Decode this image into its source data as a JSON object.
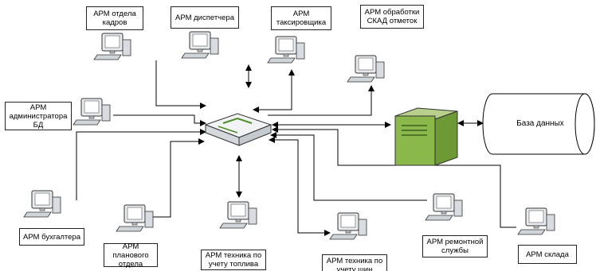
{
  "labels": {
    "hr": "АРМ отдела\nкадров",
    "dispatcher": "АРМ диспетчера",
    "taxi": "АРМ\nтаксировщика",
    "skad": "АРМ обработки\nСКАД отметок",
    "dba": "АРМ\nадминистратора\nБД",
    "accountant": "АРМ бухгалтера",
    "planning": "АРМ планового\nотдела",
    "fuel": "АРМ техника по\nучету топлива",
    "tires": "АРМ техника по\nучету шин",
    "repair": "АРМ ремонтной\nслужбы",
    "warehouse": "АРМ склада"
  },
  "database": {
    "label": "База данных"
  },
  "colors": {
    "line": "#000000",
    "server": "#8ab84a",
    "monitor": "#e9ecef"
  }
}
